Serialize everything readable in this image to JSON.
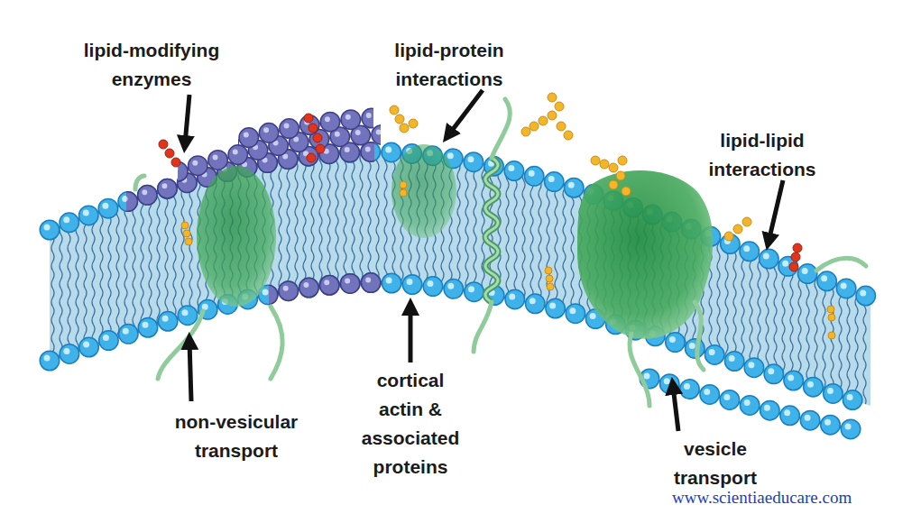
{
  "diagram": {
    "labels": [
      "lipid-modifying enzymes",
      "lipid-protein interactions",
      "lipid-lipid interactions",
      "non-vesicular transport",
      "cortical actin & associated proteins",
      "vesicle transport",
      "www.scientiaeducare.com"
    ]
  }
}
